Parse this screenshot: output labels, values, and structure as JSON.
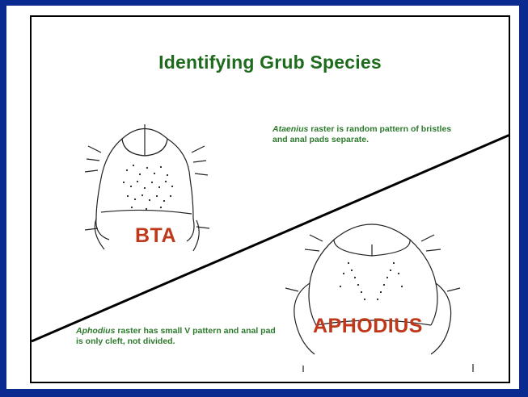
{
  "slide": {
    "title": "Identifying Grub Species",
    "top_caption_species": "Ataenius",
    "top_caption_text": " raster is random pattern of bristles and anal pads separate.",
    "bottom_caption_species": "Aphodius",
    "bottom_caption_text": " raster has small V pattern and anal pad is only cleft, not divided.",
    "label_left": "BTA",
    "label_right": "APHODIUS"
  },
  "colors": {
    "border": "#0b2a8f",
    "title": "#1e6b1e",
    "caption": "#2d7a2d",
    "label": "#c0381a"
  }
}
